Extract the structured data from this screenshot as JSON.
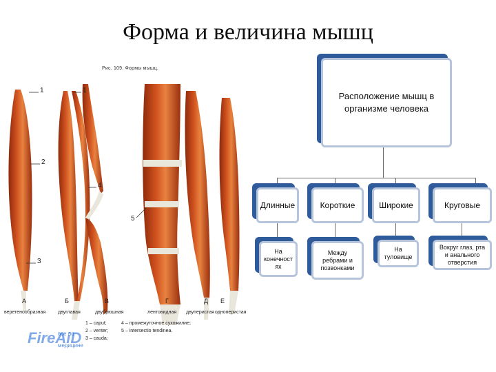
{
  "title": "Форма и величина мышц",
  "figure": {
    "caption": "Рис. 109. Формы мышц.",
    "numbers": [
      "1",
      "1",
      "2",
      "3",
      "4",
      "5"
    ],
    "letters": [
      "А",
      "Б",
      "В",
      "Г",
      "Д",
      "Е"
    ],
    "shape_labels": [
      "веретенообразная",
      "двуглавая",
      "двубрюшная",
      "лентовидная",
      "двуперистая",
      "одноперистая"
    ],
    "legend": [
      "1 – caput;",
      "2 – venter;",
      "3 – cauda;",
      "4 – промежуточное сухожилие;",
      "5 – intersectio tendinea."
    ],
    "watermark": {
      "logo": "FireAiD",
      "line1": "все по",
      "line2": "медицине"
    },
    "colors": {
      "muscle": "#c2431a",
      "muscle_dark": "#8f2a0c",
      "muscle_light": "#e8823f",
      "tendon": "#e9e6dc"
    }
  },
  "diagram": {
    "root": "Расположение мышц в организме человека",
    "categories": [
      {
        "label": "Длинные",
        "detail": "На конечност ях"
      },
      {
        "label": "Короткие",
        "detail": "Между ребрами и позвонками"
      },
      {
        "label": "Широкие",
        "detail": "На туловище"
      },
      {
        "label": "Круговые",
        "detail": "Вокруг глаз, рта и анального отверстия"
      }
    ],
    "colors": {
      "box_shadow": "#2f5b9a",
      "box_border": "#b7c5dc",
      "connector": "#6a6a6a"
    }
  }
}
